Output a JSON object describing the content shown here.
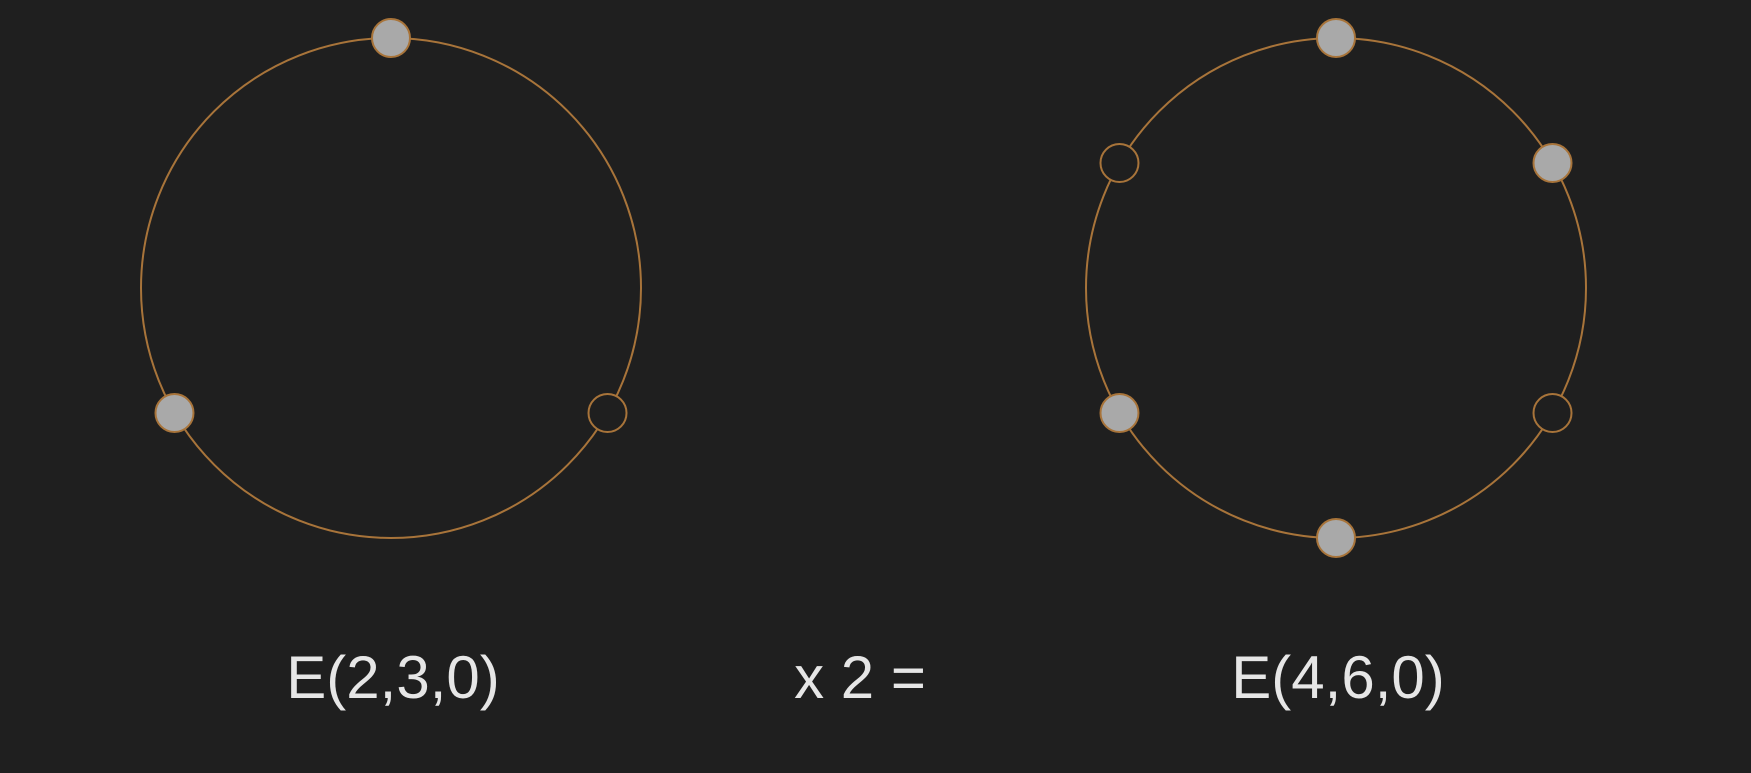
{
  "labels": {
    "left": "E(2,3,0)",
    "middle": "x 2 =",
    "right": "E(4,6,0)"
  },
  "colors": {
    "background": "#1f1f1f",
    "circle_stroke": "#a8743a",
    "filled_node": "#a9a9a9",
    "empty_node": "#1f1f1f",
    "text": "#e6e6e6"
  },
  "rhythms": [
    {
      "name": "E(2,3,0)",
      "steps": 3,
      "pattern": [
        1,
        0,
        1
      ]
    },
    {
      "name": "E(4,6,0)",
      "steps": 6,
      "pattern": [
        1,
        1,
        0,
        1,
        1,
        0
      ]
    }
  ]
}
